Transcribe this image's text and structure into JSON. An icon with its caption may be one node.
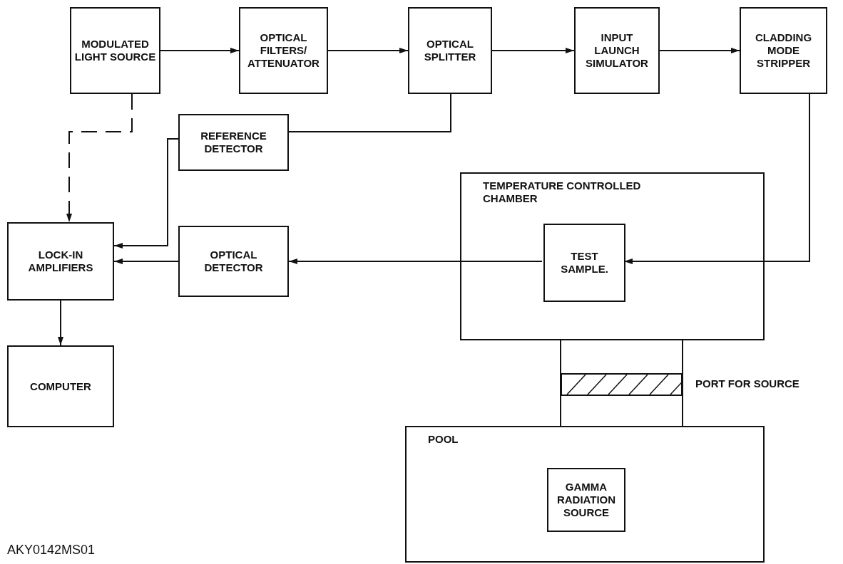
{
  "diagram": {
    "nodes": [
      {
        "text": [
          "MODULATED LIGHT SOURCE"
        ]
      },
      {
        "text": [
          "OPTICAL FILTERS/ ATTENUATOR"
        ]
      },
      {
        "text": [
          "OPTICAL SPLITTER"
        ]
      },
      {
        "text": [
          "INPUT LAUNCH SIMULATOR"
        ]
      },
      {
        "text": [
          "CLADDING MODE STRIPPER"
        ]
      },
      {
        "text": [
          "REFERENCE DETECTOR"
        ]
      },
      {
        "text": [
          "TEMPERATURE CONTROLLED CHAMBER"
        ]
      },
      {
        "text": [
          "TEST SAMPLE."
        ],
        "in": 6
      },
      {
        "text": [
          "LOCK-IN AMPLIFIERS"
        ]
      },
      {
        "text": [
          "OPTICAL DETECTOR"
        ]
      },
      {
        "text": [
          "COMPUTER"
        ]
      },
      {
        "text": [],
        "shape": "box",
        "beside": [
          "PORT FOR SOURCE"
        ]
      },
      {
        "text": [
          "POOL"
        ]
      },
      {
        "text": [
          "GAMMA RADIATION SOURCE"
        ],
        "in": 12
      }
    ],
    "edges": [
      {
        "from": 0,
        "to": 1,
        "arrow": "to"
      },
      {
        "from": 1,
        "to": 2,
        "arrow": "to"
      },
      {
        "from": 2,
        "to": 3,
        "arrow": "to"
      },
      {
        "from": 3,
        "to": 4,
        "arrow": "to"
      },
      {
        "from": 4,
        "to": 7,
        "arrow": "to"
      },
      {
        "from": 7,
        "to": 9,
        "arrow": "to"
      },
      {
        "from": 9,
        "to": 8,
        "arrow": "to"
      },
      {
        "from": 2,
        "to": 5,
        "arrow": "none"
      },
      {
        "from": 5,
        "to": 8,
        "arrow": "to"
      },
      {
        "from": 0,
        "to": 8,
        "arrow": "to",
        "style": "dashed"
      },
      {
        "from": 8,
        "to": 10,
        "arrow": "to"
      }
    ],
    "labels": [
      "AKY0142MS01"
    ]
  }
}
